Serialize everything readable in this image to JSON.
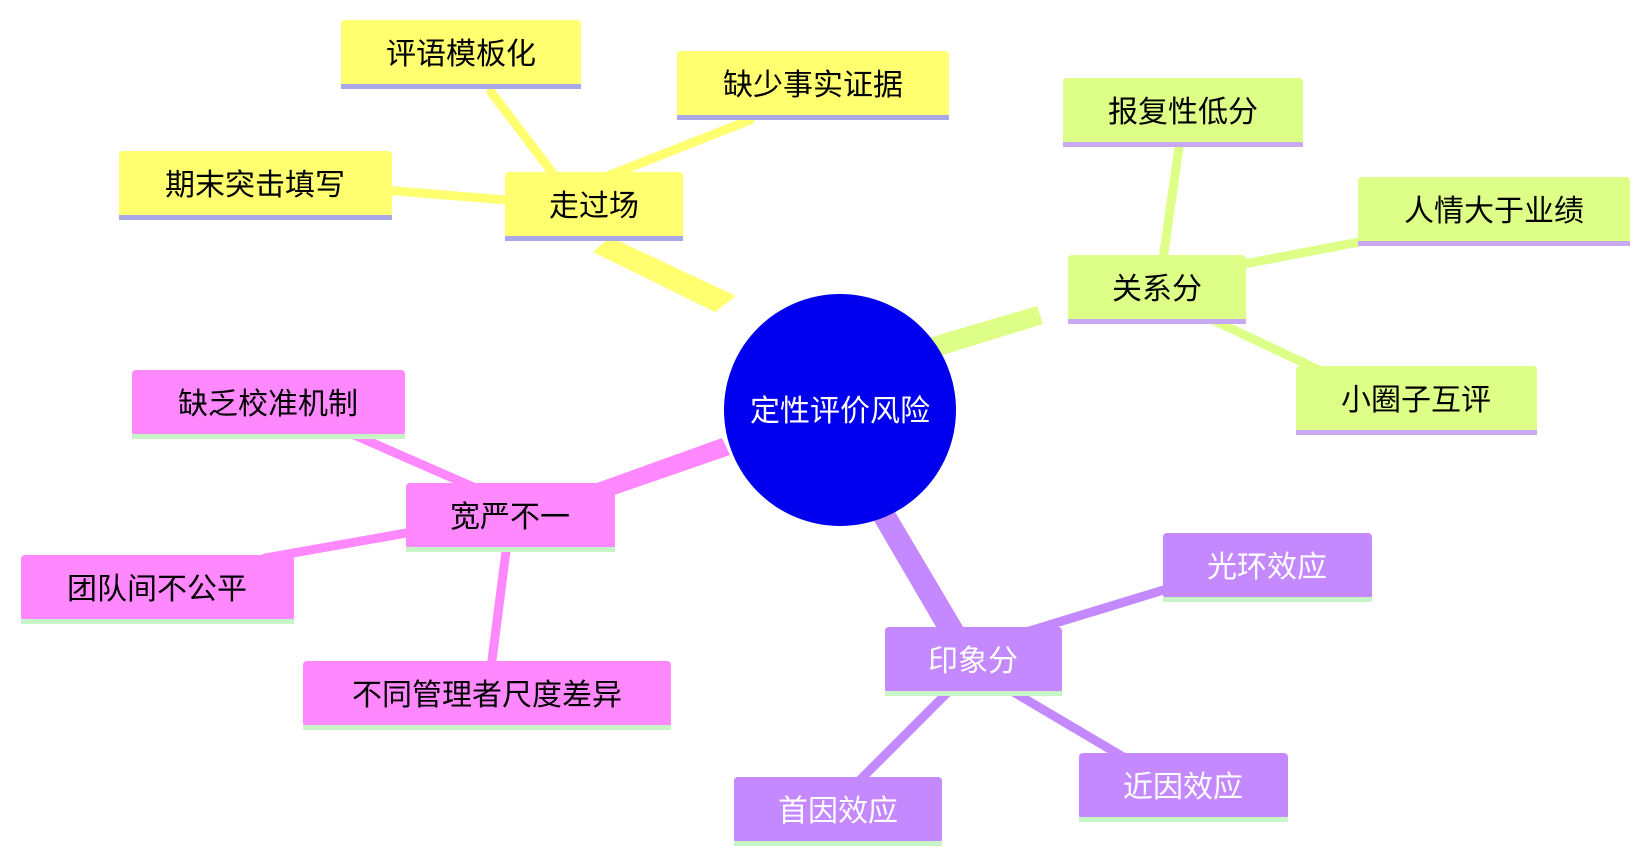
{
  "mindmap": {
    "center": {
      "label": "定性评价风险",
      "fill": "#0000EE",
      "text_color": "#FFFFFF"
    },
    "branches": [
      {
        "label": "走过场",
        "fill": "#FFFF70",
        "underline": "#A9A9E8",
        "text_color": "#000000",
        "children": [
          "评语模板化",
          "缺少事实证据",
          "期末突击填写"
        ]
      },
      {
        "label": "关系分",
        "fill": "#DDFF88",
        "underline": "#C8A8F0",
        "text_color": "#000000",
        "children": [
          "报复性低分",
          "人情大于业绩",
          "小圈子互评"
        ]
      },
      {
        "label": "宽严不一",
        "fill": "#FF88FF",
        "underline": "#C8F5C8",
        "text_color": "#000000",
        "children": [
          "缺乏校准机制",
          "团队间不公平",
          "不同管理者尺度差异"
        ]
      },
      {
        "label": "印象分",
        "fill": "#C488FF",
        "underline": "#C8F5C8",
        "text_color": "#FFFFFF",
        "children": [
          "光环效应",
          "近因效应",
          "首因效应"
        ]
      }
    ]
  }
}
